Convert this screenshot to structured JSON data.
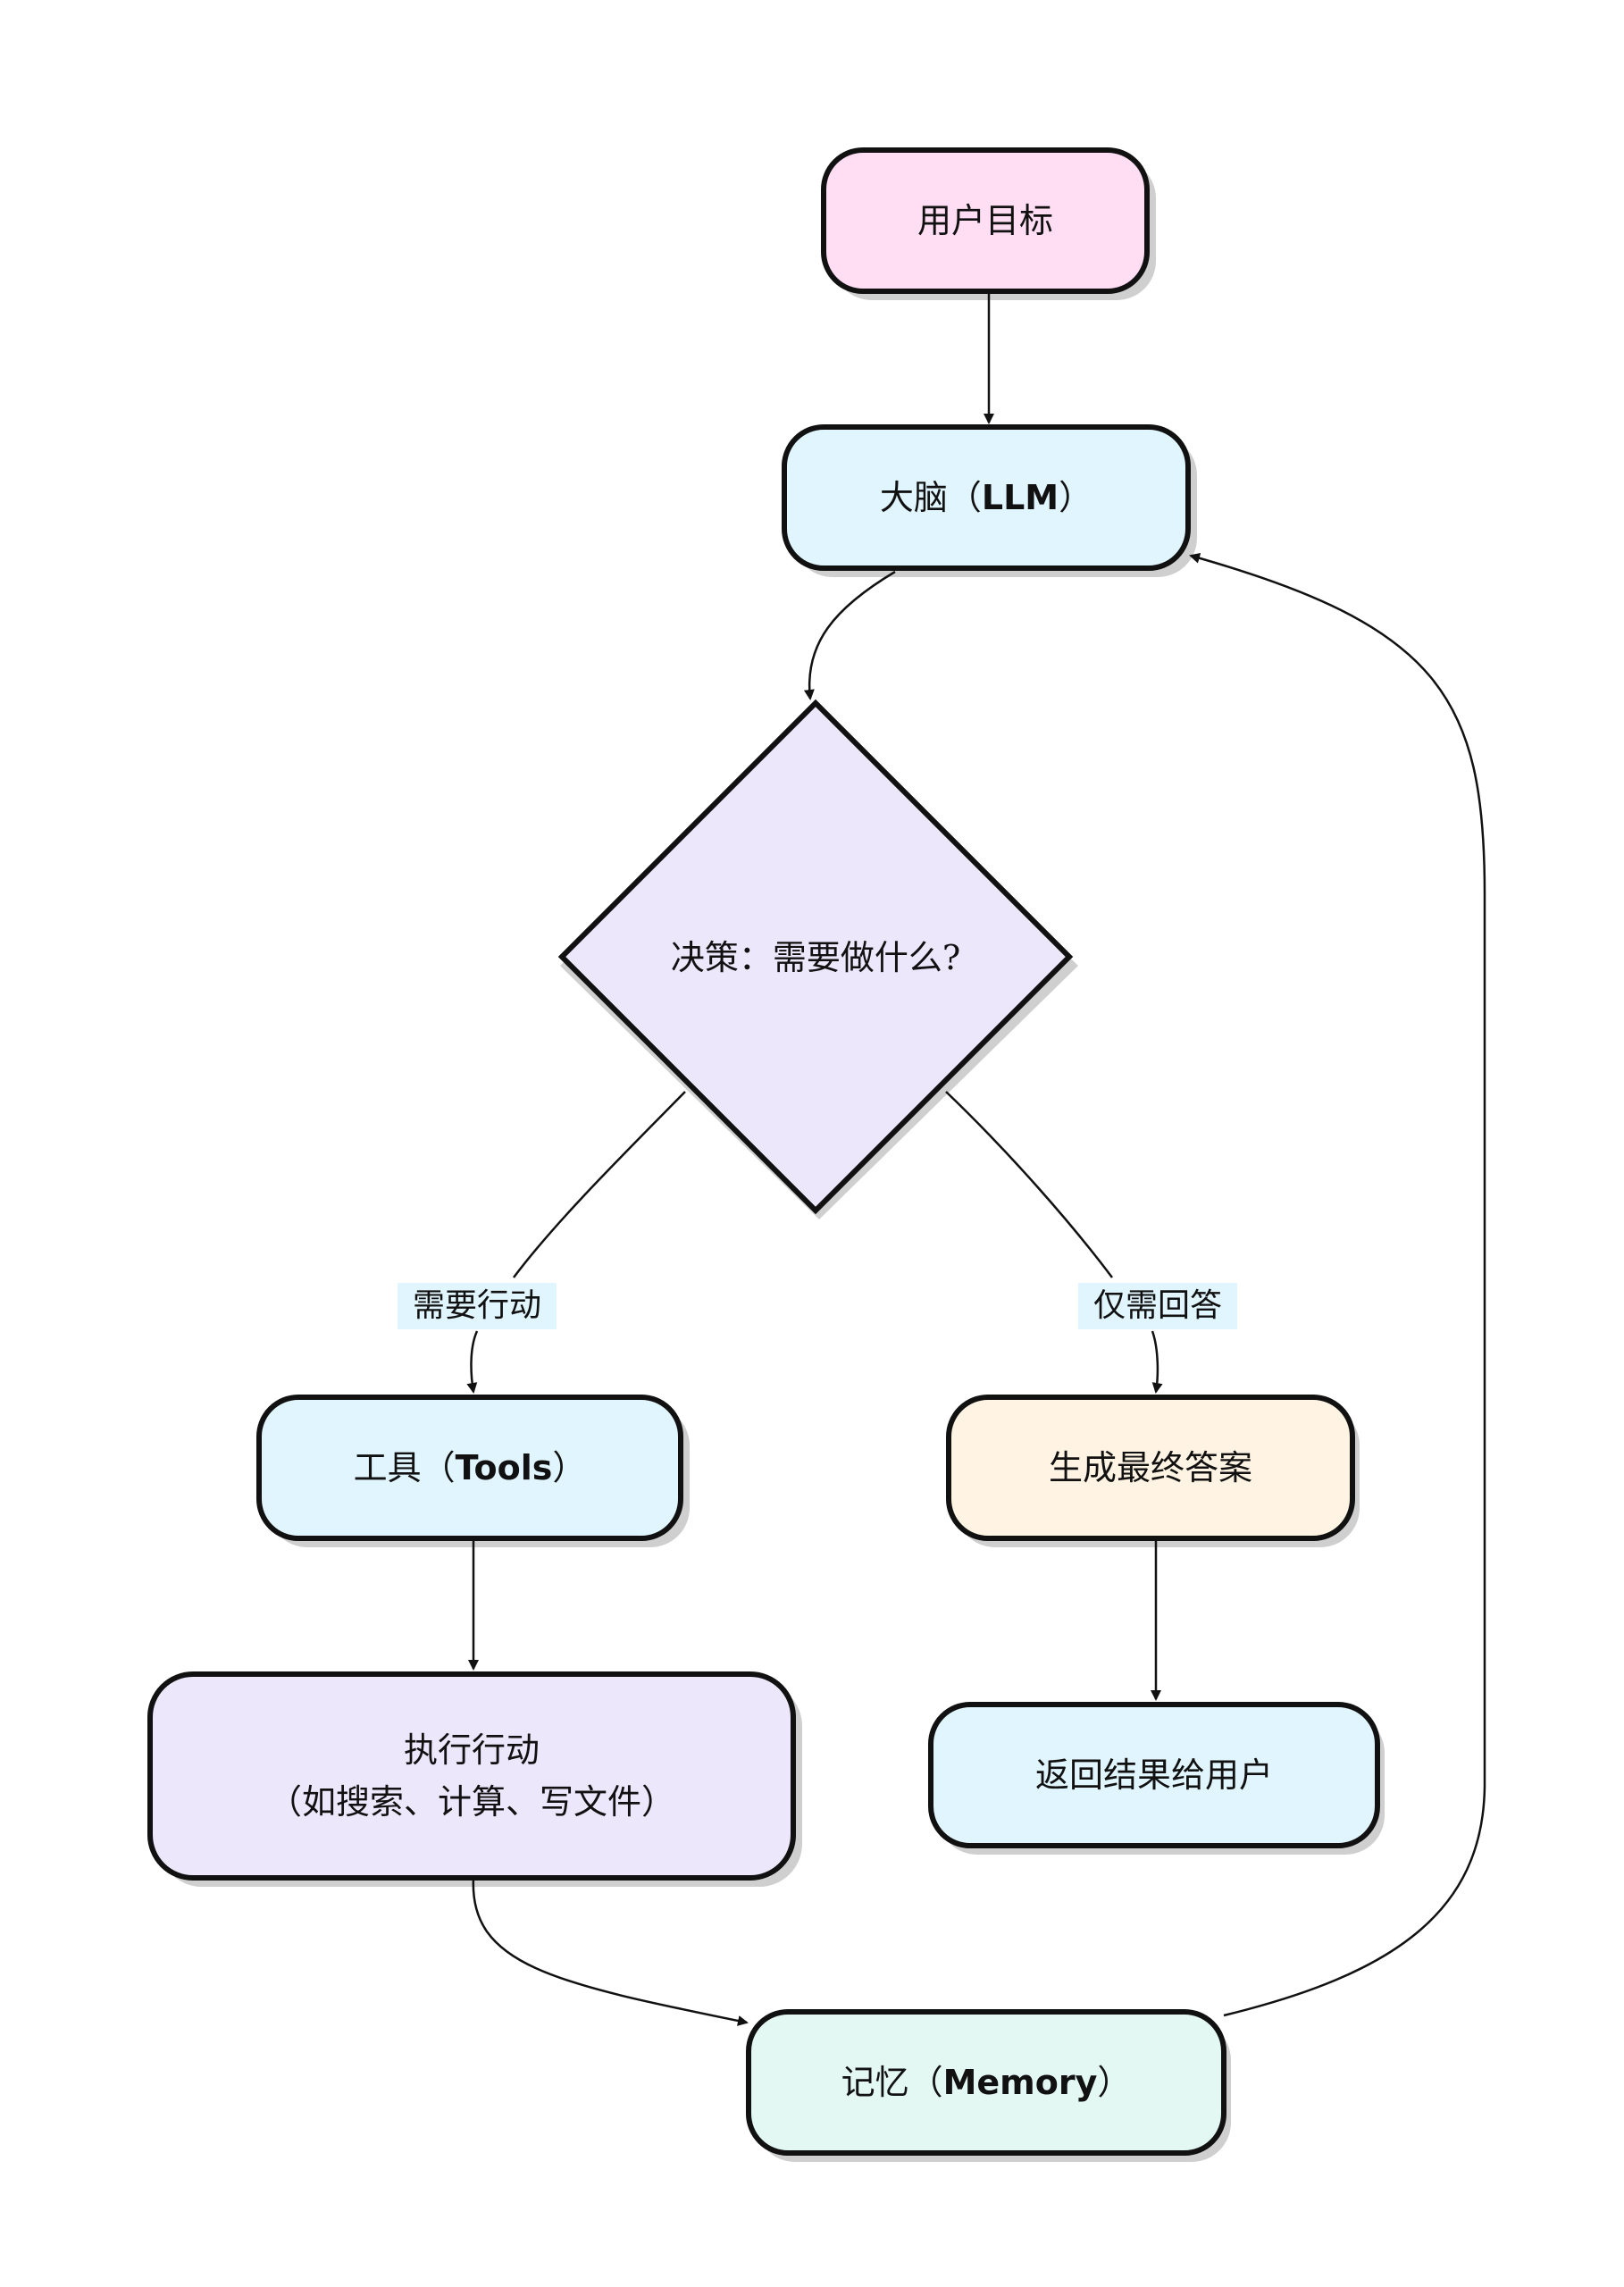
{
  "nodes": {
    "user_goal": {
      "label": "用户目标"
    },
    "brain": {
      "label_cn": "大脑（",
      "label_en": "LLM",
      "label_close": "）"
    },
    "decision": {
      "label": "决策：需要做什么?"
    },
    "tools": {
      "label_cn": "工具（",
      "label_en": "Tools",
      "label_close": "）"
    },
    "generate_answer": {
      "label": "生成最终答案"
    },
    "execute_action": {
      "line1": "执行行动",
      "line2": "（如搜索、计算、写文件）"
    },
    "return_result": {
      "label": "返回结果给用户"
    },
    "memory": {
      "label_cn": "记忆（",
      "label_en": "Memory",
      "label_close": "）"
    }
  },
  "edges": {
    "need_action": "需要行动",
    "answer_only": "仅需回答"
  },
  "colors": {
    "pink": "#ffdef4",
    "blue": "#e1f5fe",
    "lavender": "#ede7fc",
    "cream": "#fff4e3",
    "mint": "#e3f7f3",
    "stroke": "#111111",
    "shadow": "#cfcfcf"
  }
}
